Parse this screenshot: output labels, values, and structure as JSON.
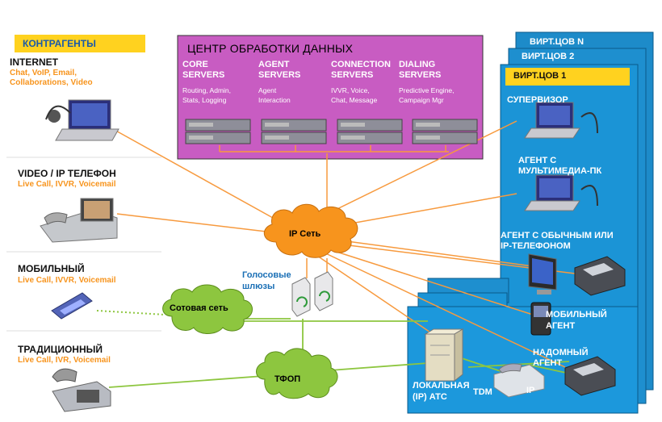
{
  "contractors_label": "КОНТРАГЕНТЫ",
  "dc_title": "ЦЕНТР ОБРАБОТКИ ДАННЫХ",
  "dc_columns": [
    {
      "title_line1": "CORE",
      "title_line2": "SERVERS",
      "sub_line1": "Routing, Admin,",
      "sub_line2": "Stats, Logging"
    },
    {
      "title_line1": "AGENT",
      "title_line2": "SERVERS",
      "sub_line1": "Agent",
      "sub_line2": "Interaction"
    },
    {
      "title_line1": "CONNECTION",
      "title_line2": "SERVERS",
      "sub_line1": "IVVR, Voice,",
      "sub_line2": "Chat,  Message"
    },
    {
      "title_line1": "DIALING",
      "title_line2": "SERVERS",
      "sub_line1": "Predictive Engine,",
      "sub_line2": "Campaign Mgr"
    }
  ],
  "left_items": [
    {
      "title": "INTERNET",
      "sub_line1": "Chat, VoIP, Email,",
      "sub_line2": "Collaborations, Video"
    },
    {
      "title": "VIDEO / IP ТЕЛЕФОН",
      "sub_line1": "Live Call, IVVR, Voicemail",
      "sub_line2": ""
    },
    {
      "title": "МОБИЛЬНЫЙ",
      "sub_line1": "Live Call, IVVR, Voicemail",
      "sub_line2": ""
    },
    {
      "title": "ТРАДИЦИОННЫЙ",
      "sub_line1": "Live Call, IVR, Voicemail",
      "sub_line2": ""
    }
  ],
  "clouds": {
    "ip": "IP Сеть",
    "cellular": "Сотовая сеть",
    "pstn": "ТФОП"
  },
  "gateways_line1": "Голосовые",
  "gateways_line2": "шлюзы",
  "virt_n": "ВИРТ.ЦОВ N",
  "virt_2": "ВИРТ.ЦОВ 2",
  "virt_1": "ВИРТ.ЦОВ 1",
  "supervisor": "СУПЕРВИЗОР",
  "agent_mm_line1": "АГЕНТ С",
  "agent_mm_line2": "МУЛЬТИМЕДИА-ПК",
  "agent_ph_line1": "АГЕНТ С ОБЫЧНЫМ ИЛИ",
  "agent_ph_line2": "IP-ТЕЛЕФОНОМ",
  "mobile_agent_line1": "МОБИЛЬНЫЙ",
  "mobile_agent_line2": "АГЕНТ",
  "home_agent_line1": "НАДОМНЫЙ",
  "home_agent_line2": "АГЕНТ",
  "local_pbx_line1": "ЛОКАЛЬНАЯ",
  "local_pbx_line2": "(IP) АТС",
  "tdm": "TDM",
  "ip": "IP",
  "colors": {
    "dc_fill": "#c85cc2",
    "virt_blue": "#1a8fd1",
    "label_yellow": "#ffd21f",
    "line_orange": "#f79a3e",
    "line_green": "#8dc63f"
  }
}
